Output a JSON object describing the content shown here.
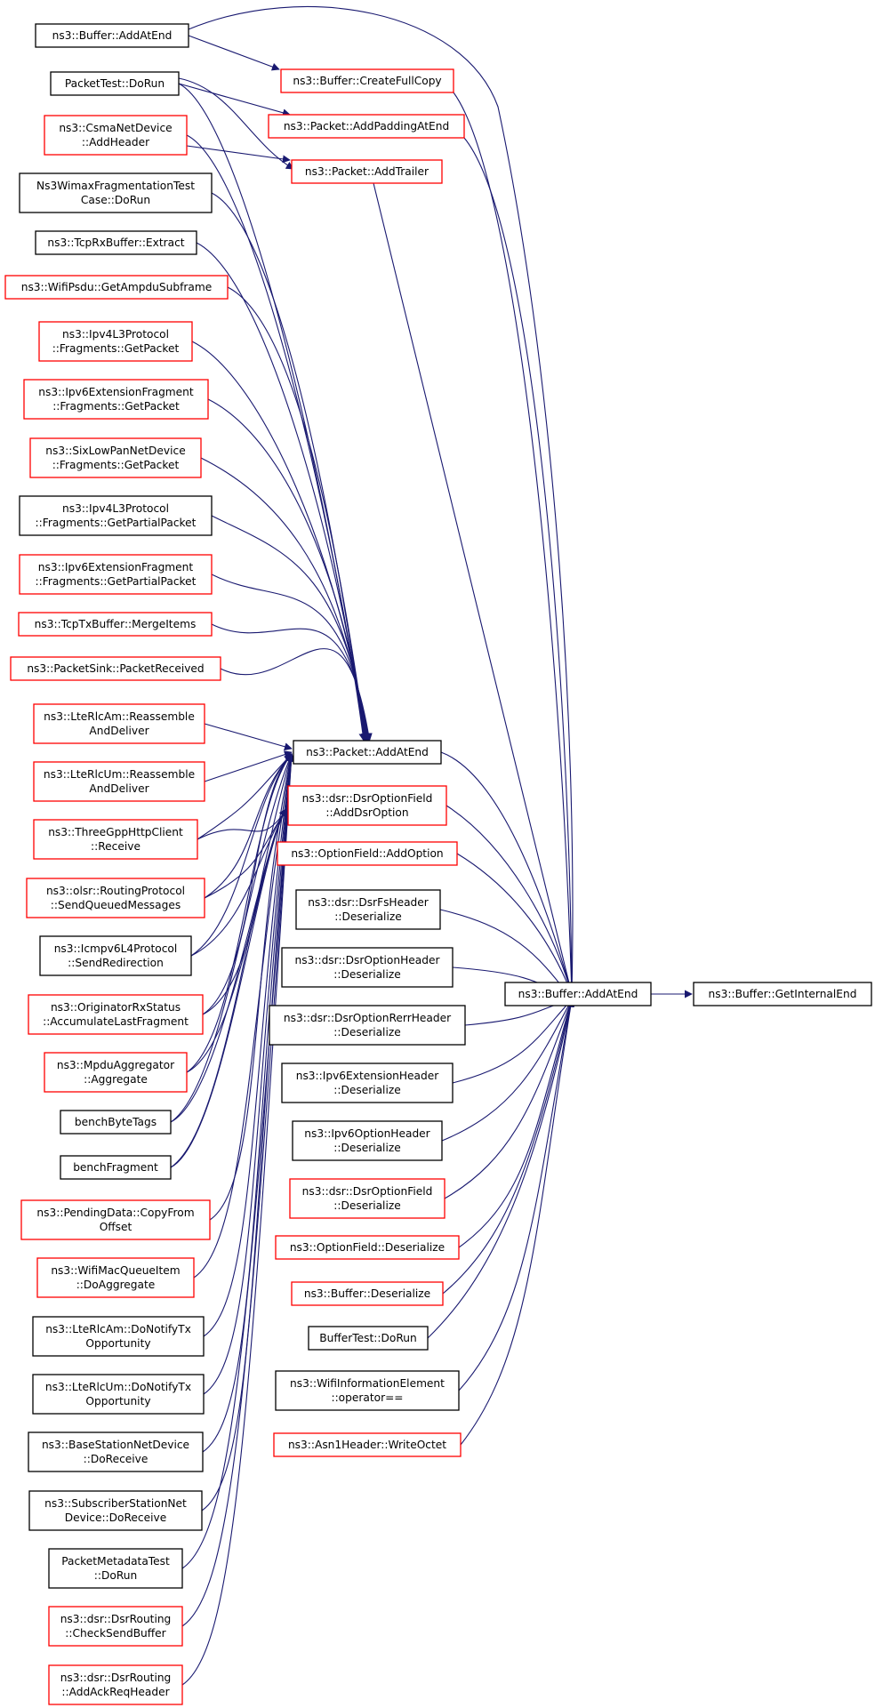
{
  "colors": {
    "edge": "#191970",
    "border_black": "#000000",
    "border_red": "#ff0000",
    "focus_fill": "#bfbfbf"
  },
  "nodes": [
    {
      "id": "getint",
      "lines": [
        "ns3::Buffer::GetInternalEnd"
      ],
      "border": "black",
      "fill": "gray"
    },
    {
      "id": "bufadd",
      "lines": [
        "ns3::Buffer::AddAtEnd"
      ],
      "border": "black"
    },
    {
      "id": "bufaddtop",
      "lines": [
        "ns3::Buffer::AddAtEnd"
      ],
      "border": "black"
    },
    {
      "id": "packettest",
      "lines": [
        "PacketTest::DoRun"
      ],
      "border": "black"
    },
    {
      "id": "csma",
      "lines": [
        "ns3::CsmaNetDevice",
        "::AddHeader"
      ],
      "border": "red"
    },
    {
      "id": "wimax",
      "lines": [
        "Ns3WimaxFragmentationTest",
        "Case::DoRun"
      ],
      "border": "black"
    },
    {
      "id": "tcprx",
      "lines": [
        "ns3::TcpRxBuffer::Extract"
      ],
      "border": "black"
    },
    {
      "id": "wifipsdu",
      "lines": [
        "ns3::WifiPsdu::GetAmpduSubframe"
      ],
      "border": "red"
    },
    {
      "id": "ipv4frag",
      "lines": [
        "ns3::Ipv4L3Protocol",
        "::Fragments::GetPacket"
      ],
      "border": "red"
    },
    {
      "id": "ipv6frag",
      "lines": [
        "ns3::Ipv6ExtensionFragment",
        "::Fragments::GetPacket"
      ],
      "border": "red"
    },
    {
      "id": "sixlow",
      "lines": [
        "ns3::SixLowPanNetDevice",
        "::Fragments::GetPacket"
      ],
      "border": "red"
    },
    {
      "id": "ipv4part",
      "lines": [
        "ns3::Ipv4L3Protocol",
        "::Fragments::GetPartialPacket"
      ],
      "border": "black"
    },
    {
      "id": "ipv6part",
      "lines": [
        "ns3::Ipv6ExtensionFragment",
        "::Fragments::GetPartialPacket"
      ],
      "border": "red"
    },
    {
      "id": "tcptx",
      "lines": [
        "ns3::TcpTxBuffer::MergeItems"
      ],
      "border": "red"
    },
    {
      "id": "psink",
      "lines": [
        "ns3::PacketSink::PacketReceived"
      ],
      "border": "red"
    },
    {
      "id": "lteam",
      "lines": [
        "ns3::LteRlcAm::Reassemble",
        "AndDeliver"
      ],
      "border": "red"
    },
    {
      "id": "lteum",
      "lines": [
        "ns3::LteRlcUm::Reassemble",
        "AndDeliver"
      ],
      "border": "red"
    },
    {
      "id": "http",
      "lines": [
        "ns3::ThreeGppHttpClient",
        "::Receive"
      ],
      "border": "red"
    },
    {
      "id": "olsr",
      "lines": [
        "ns3::olsr::RoutingProtocol",
        "::SendQueuedMessages"
      ],
      "border": "red"
    },
    {
      "id": "icmp",
      "lines": [
        "ns3::Icmpv6L4Protocol",
        "::SendRedirection"
      ],
      "border": "black"
    },
    {
      "id": "orig",
      "lines": [
        "ns3::OriginatorRxStatus",
        "::AccumulateLastFragment"
      ],
      "border": "red"
    },
    {
      "id": "mpdu",
      "lines": [
        "ns3::MpduAggregator",
        "::Aggregate"
      ],
      "border": "red"
    },
    {
      "id": "benchtags",
      "lines": [
        "benchByteTags"
      ],
      "border": "black"
    },
    {
      "id": "benchfrag",
      "lines": [
        "benchFragment"
      ],
      "border": "black"
    },
    {
      "id": "pending",
      "lines": [
        "ns3::PendingData::CopyFrom",
        "Offset"
      ],
      "border": "red"
    },
    {
      "id": "wifimac",
      "lines": [
        "ns3::WifiMacQueueItem",
        "::DoAggregate"
      ],
      "border": "red"
    },
    {
      "id": "lteamtx",
      "lines": [
        "ns3::LteRlcAm::DoNotifyTx",
        "Opportunity"
      ],
      "border": "black"
    },
    {
      "id": "lteumtx",
      "lines": [
        "ns3::LteRlcUm::DoNotifyTx",
        "Opportunity"
      ],
      "border": "black"
    },
    {
      "id": "basesta",
      "lines": [
        "ns3::BaseStationNetDevice",
        "::DoReceive"
      ],
      "border": "black"
    },
    {
      "id": "subsc",
      "lines": [
        "ns3::SubscriberStationNet",
        "Device::DoReceive"
      ],
      "border": "black"
    },
    {
      "id": "pmeta",
      "lines": [
        "PacketMetadataTest",
        "::DoRun"
      ],
      "border": "black"
    },
    {
      "id": "dsrcheck",
      "lines": [
        "ns3::dsr::DsrRouting",
        "::CheckSendBuffer"
      ],
      "border": "red"
    },
    {
      "id": "dsrack",
      "lines": [
        "ns3::dsr::DsrRouting",
        "::AddAckReqHeader"
      ],
      "border": "red"
    },
    {
      "id": "fullcopy",
      "lines": [
        "ns3::Buffer::CreateFullCopy"
      ],
      "border": "red"
    },
    {
      "id": "padding",
      "lines": [
        "ns3::Packet::AddPaddingAtEnd"
      ],
      "border": "red"
    },
    {
      "id": "trailer",
      "lines": [
        "ns3::Packet::AddTrailer"
      ],
      "border": "red"
    },
    {
      "id": "pktadd",
      "lines": [
        "ns3::Packet::AddAtEnd"
      ],
      "border": "black"
    },
    {
      "id": "dsrfield",
      "lines": [
        "ns3::dsr::DsrOptionField",
        "::AddDsrOption"
      ],
      "border": "red"
    },
    {
      "id": "optadd",
      "lines": [
        "ns3::OptionField::AddOption"
      ],
      "border": "red"
    },
    {
      "id": "dsrfs",
      "lines": [
        "ns3::dsr::DsrFsHeader",
        "::Deserialize"
      ],
      "border": "black"
    },
    {
      "id": "dsrohdr",
      "lines": [
        "ns3::dsr::DsrOptionHeader",
        "::Deserialize"
      ],
      "border": "black"
    },
    {
      "id": "dsrrerr",
      "lines": [
        "ns3::dsr::DsrOptionRerrHeader",
        "::Deserialize"
      ],
      "border": "black"
    },
    {
      "id": "ipv6ext",
      "lines": [
        "ns3::Ipv6ExtensionHeader",
        "::Deserialize"
      ],
      "border": "black"
    },
    {
      "id": "ipv6opt",
      "lines": [
        "ns3::Ipv6OptionHeader",
        "::Deserialize"
      ],
      "border": "black"
    },
    {
      "id": "dsrfdes",
      "lines": [
        "ns3::dsr::DsrOptionField",
        "::Deserialize"
      ],
      "border": "red"
    },
    {
      "id": "optdes",
      "lines": [
        "ns3::OptionField::Deserialize"
      ],
      "border": "red"
    },
    {
      "id": "bufdes",
      "lines": [
        "ns3::Buffer::Deserialize"
      ],
      "border": "red"
    },
    {
      "id": "buftest",
      "lines": [
        "BufferTest::DoRun"
      ],
      "border": "black"
    },
    {
      "id": "wifiinfo",
      "lines": [
        "ns3::WifiInformationElement",
        "::operator=="
      ],
      "border": "black"
    },
    {
      "id": "asn1",
      "lines": [
        "ns3::Asn1Header::WriteOctet"
      ],
      "border": "red"
    }
  ]
}
